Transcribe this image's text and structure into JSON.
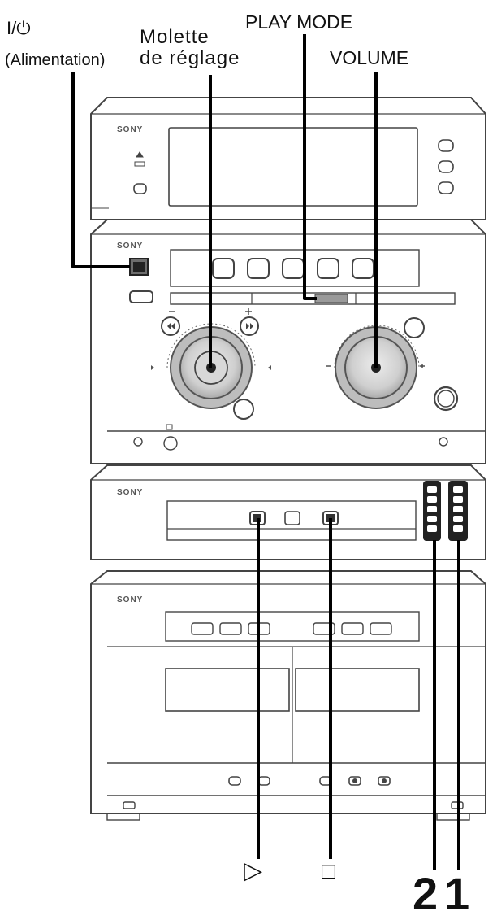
{
  "callouts": {
    "power_symbol": "I/⏻",
    "power_label": "(Alimentation)",
    "molette_line1": "Molette",
    "molette_line2": "de réglage",
    "play_mode": "PLAY MODE",
    "volume": "VOLUME",
    "play_symbol": "▷",
    "stop_symbol": "□",
    "num_2": "2",
    "num_1": "1"
  },
  "device": {
    "brand": "SONY",
    "units": [
      "cd-changer",
      "amplifier",
      "tuner",
      "cassette-deck"
    ]
  },
  "colors": {
    "line": "#000000",
    "panel_outline": "#444444",
    "panel_fill": "#ffffff",
    "knob_fill": "#d2d2d2",
    "knob_center": "#bdbdbd"
  }
}
